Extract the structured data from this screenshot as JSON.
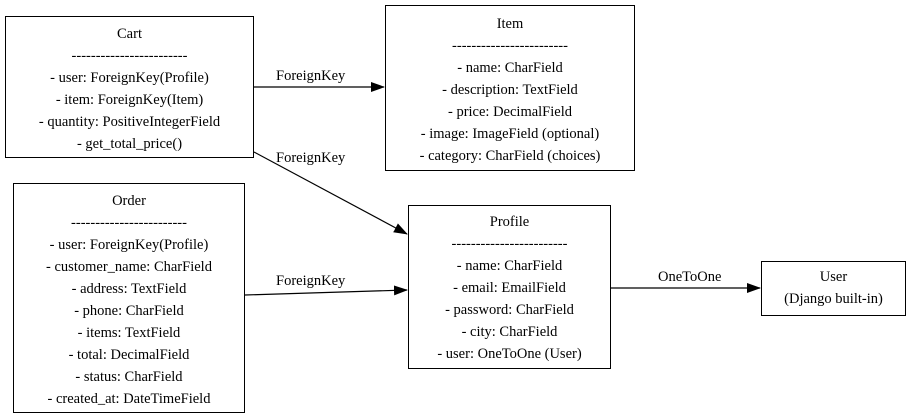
{
  "nodes": {
    "cart": {
      "title": "Cart",
      "separator": "------------------------",
      "fields": [
        "- user: ForeignKey(Profile)",
        "- item: ForeignKey(Item)",
        "- quantity: PositiveIntegerField",
        "- get_total_price()"
      ]
    },
    "item": {
      "title": "Item",
      "separator": "------------------------",
      "fields": [
        "- name: CharField",
        "- description: TextField",
        "- price: DecimalField",
        "- image: ImageField (optional)",
        "- category: CharField (choices)"
      ]
    },
    "order": {
      "title": "Order",
      "separator": "------------------------",
      "fields": [
        "- user: ForeignKey(Profile)",
        "- customer_name: CharField",
        "- address: TextField",
        "- phone: CharField",
        "- items: TextField",
        "- total: DecimalField",
        "- status: CharField",
        "- created_at: DateTimeField"
      ]
    },
    "profile": {
      "title": "Profile",
      "separator": "------------------------",
      "fields": [
        "- name: CharField",
        "- email: EmailField",
        "- password: CharField",
        "- city: CharField",
        "- user: OneToOne (User)"
      ]
    },
    "user": {
      "title": "User",
      "fields": [
        "(Django built-in)"
      ]
    }
  },
  "edges": {
    "cart_item": "ForeignKey",
    "cart_profile": "ForeignKey",
    "order_profile": "ForeignKey",
    "profile_user": "OneToOne"
  }
}
